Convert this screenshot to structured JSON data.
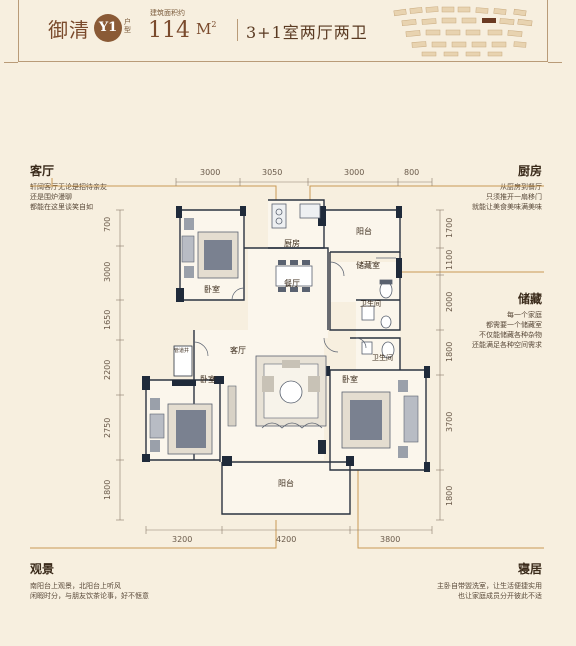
{
  "header": {
    "series": "御清",
    "badge": "Y1",
    "unit": "户型",
    "area_label": "建筑面积约",
    "area_value": "114",
    "area_unit": "M",
    "area_sup": "2",
    "layout_type": "3+1室两厅两卫"
  },
  "highlights": {
    "living": {
      "title": "客厅",
      "lines": [
        "轩阔客厅无论是招待亲友",
        "还是围炉漫聊",
        "都能在这里谈笑自如"
      ]
    },
    "kitchen": {
      "title": "厨房",
      "lines": [
        "从厨房到餐厅",
        "只须推开一扇移门",
        "就能让美食美味满美味"
      ]
    },
    "storage": {
      "title": "储藏",
      "lines": [
        "每一个家庭",
        "都需要一个储藏室",
        "不仅能储藏各种杂物",
        "还能满足各种空间需求"
      ]
    },
    "view": {
      "title": "观景",
      "lines": [
        "南阳台上观景，北阳台上听风",
        "闲暇时分，与朋友饮茶论事，好不惬意"
      ]
    },
    "bedroom": {
      "title": "寝居",
      "lines": [
        "主卧自带盥洗室，让生活便捷实用",
        "也让家庭成员分开彼此不适"
      ]
    }
  },
  "rooms": {
    "kitchen": "厨房",
    "balcony_north": "阳台",
    "storage": "储藏室",
    "bedroom_nw": "卧室",
    "dining": "餐厅",
    "bath_1": "卫生间",
    "bath_2": "卫生间",
    "living": "客厅",
    "bedroom_w": "卧室",
    "bedroom_master": "卧室",
    "balcony_south": "阳台",
    "pipe": "管道井"
  },
  "dimensions": {
    "top": [
      "3000",
      "3050",
      "3000",
      "800"
    ],
    "bottom": [
      "3200",
      "4200",
      "3800"
    ],
    "left": [
      "700",
      "3000",
      "1650",
      "2200",
      "2750",
      "1800"
    ],
    "right": [
      "1700",
      "1100",
      "2000",
      "1800",
      "3700",
      "1800"
    ]
  },
  "colors": {
    "background": "#f7efdf",
    "accent": "#8a5a36",
    "wall": "#1f2a3a",
    "leader": "#c99a54"
  }
}
